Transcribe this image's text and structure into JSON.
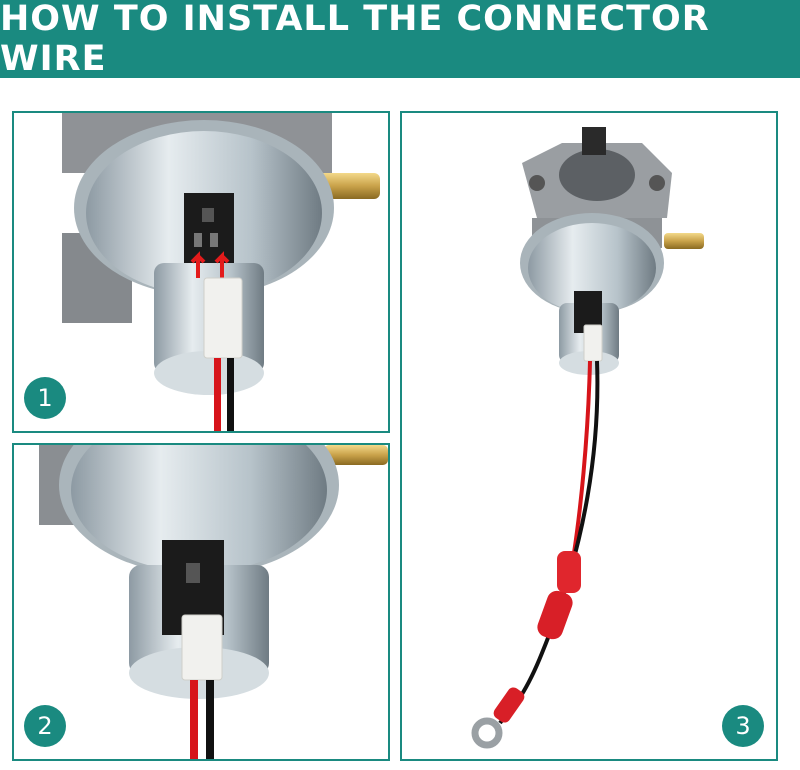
{
  "banner": {
    "title": "HOW TO INSTALL THE CONNECTOR WIRE",
    "color": "#1a8a80"
  },
  "steps": [
    {
      "number": "1",
      "image": "solenoid-closeup-with-arrows"
    },
    {
      "number": "2",
      "image": "solenoid-connector-inserted"
    },
    {
      "number": "3",
      "image": "carburetor-with-wire-harness"
    }
  ]
}
